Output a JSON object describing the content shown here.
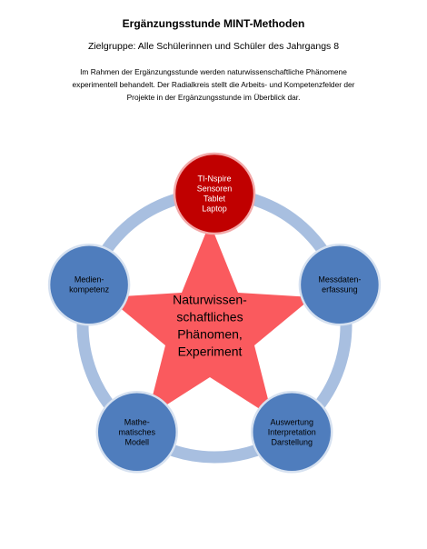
{
  "header": {
    "title": "Ergänzungsstunde MINT-Methoden",
    "subtitle": "Zielgruppe: Alle Schülerinnen und Schüler des Jahrgangs 8",
    "intro_lines": [
      "Im Rahmen der Ergänzungsstunde werden naturwissenschaftliche Phänomene",
      "experimentell behandelt. Der Radialkreis stellt die Arbeits- und Kompetenzfelder der",
      "Projekte in der Ergänzungsstunde im Überblick dar."
    ]
  },
  "diagram": {
    "center": {
      "lines": [
        "Naturwissen-",
        "schaftliches",
        "Phänomen,",
        "Experiment"
      ],
      "color": "#fa5a5e"
    },
    "ring_color": "#a8bfe0",
    "nodes": [
      {
        "id": "tools",
        "lines": [
          "TI-Nspire",
          "Sensoren",
          "Tablet",
          "Laptop"
        ],
        "fill": "#c00000",
        "stroke": "#f2a8a8",
        "text_color": "light"
      },
      {
        "id": "messdaten",
        "lines": [
          "Messdaten-",
          "erfassung"
        ],
        "fill": "#4f7dbd",
        "stroke": "#d6e1f0",
        "text_color": "dark"
      },
      {
        "id": "auswertung",
        "lines": [
          "Auswertung",
          "Interpretation",
          "Darstellung"
        ],
        "fill": "#4f7dbd",
        "stroke": "#d6e1f0",
        "text_color": "dark"
      },
      {
        "id": "modell",
        "lines": [
          "Mathe-",
          "matisches",
          "Modell"
        ],
        "fill": "#4f7dbd",
        "stroke": "#d6e1f0",
        "text_color": "dark"
      },
      {
        "id": "medien",
        "lines": [
          "Medien-",
          "kompetenz"
        ],
        "fill": "#4f7dbd",
        "stroke": "#d6e1f0",
        "text_color": "dark"
      }
    ]
  }
}
